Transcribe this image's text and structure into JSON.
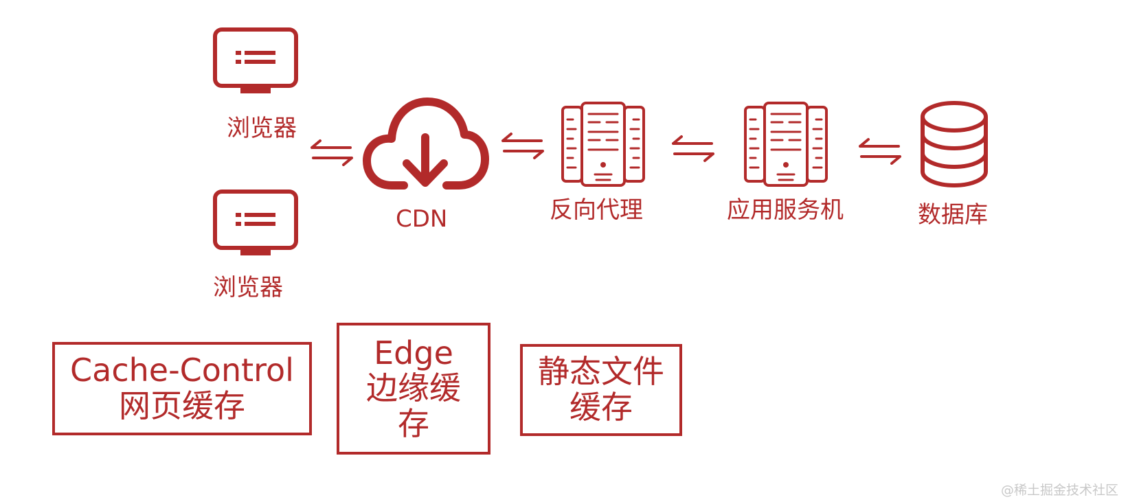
{
  "colors": {
    "accent": "#b22a2a",
    "watermark": "#c8c8c8",
    "background": "#ffffff"
  },
  "nodes": {
    "browser_top": {
      "label": "浏览器",
      "icon": "monitor-icon"
    },
    "browser_bottom": {
      "label": "浏览器",
      "icon": "monitor-icon"
    },
    "cdn": {
      "label": "CDN",
      "icon": "cloud-download-icon"
    },
    "reverse_proxy": {
      "label": "反向代理",
      "icon": "server-rack-icon"
    },
    "app_server": {
      "label": "应用服务机",
      "icon": "server-rack-icon"
    },
    "database": {
      "label": "数据库",
      "icon": "database-icon"
    }
  },
  "arrows": [
    "bidirectional-arrow-icon",
    "bidirectional-arrow-icon",
    "bidirectional-arrow-icon",
    "bidirectional-arrow-icon"
  ],
  "boxes": {
    "cache_control": {
      "line1": "Cache-Control",
      "line2": "网页缓存"
    },
    "edge": {
      "line1": "Edge",
      "line2": "边缘缓",
      "line3": "存"
    },
    "static": {
      "line1": "静态文件",
      "line2": "缓存"
    }
  },
  "watermark": "@稀土掘金技术社区"
}
